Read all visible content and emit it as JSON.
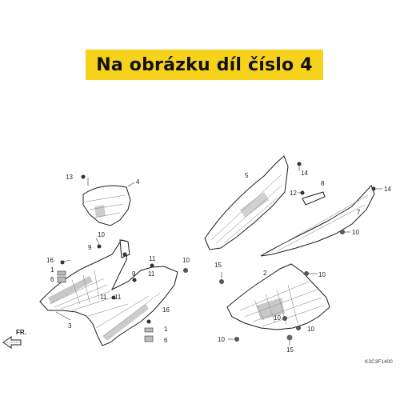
{
  "banner": {
    "text": "Na obrázku díl číslo 4",
    "background": "#f7d21c"
  },
  "diagram_code": "K2C3F1400",
  "direction_label": "FR.",
  "callouts": {
    "c13": "13",
    "c4": "4",
    "c10a": "10",
    "c9": "9",
    "c16a": "16",
    "c1a": "1",
    "c6a": "6",
    "c11a": "11",
    "c11b": "11",
    "c10b": "10",
    "c11c": "11",
    "c9b": "9",
    "c11d": "11",
    "c3": "3",
    "c16b": "16",
    "c1b": "1",
    "c6b": "6",
    "c5": "5",
    "c14a": "14",
    "c8": "8",
    "c12": "12",
    "c14b": "14",
    "c7": "7",
    "c10c": "10",
    "c15": "15",
    "c2": "2",
    "c10d": "10",
    "c10e": "10",
    "c10f": "10",
    "c15b": "15",
    "c10g": "10"
  }
}
